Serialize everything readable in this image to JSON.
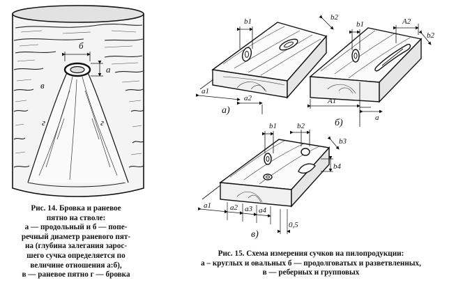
{
  "figure14": {
    "labels": {
      "b": "б",
      "a": "а",
      "v": "в",
      "g_left": "г",
      "g_right": "г"
    },
    "caption": [
      "Рис. 14. Бровка и раневое",
      "пятно на стволе:",
      "а — продольный и б — попе-",
      "речный диаметр раневого пят-",
      "на (глубина залегания зарос-",
      "шего сучка определяется по",
      "величине отношения а:б),",
      "в — раневое пятно г — бровка"
    ]
  },
  "figure15": {
    "panel_a": {
      "tag": "а)",
      "b1": "b1",
      "b2": "b2",
      "a1": "a1",
      "a2": "a2"
    },
    "panel_b": {
      "tag": "б)",
      "b1": "b1",
      "A2": "A2",
      "b2": "b2",
      "A1": "A1",
      "a": "a"
    },
    "panel_v": {
      "tag": "в)",
      "b1": "b1",
      "b2": "b2",
      "b3": "b3",
      "b4": "b4",
      "a1": "a1",
      "a2": "a2",
      "a3": "a3",
      "a4": "a4",
      "gap": "0,5"
    },
    "caption": [
      "Рис. 15. Схема измерения сучков на пилопродукции:",
      "а – круглых и овальных б — продолговатых и разветвленных,",
      "в — реберных и групповых"
    ]
  }
}
